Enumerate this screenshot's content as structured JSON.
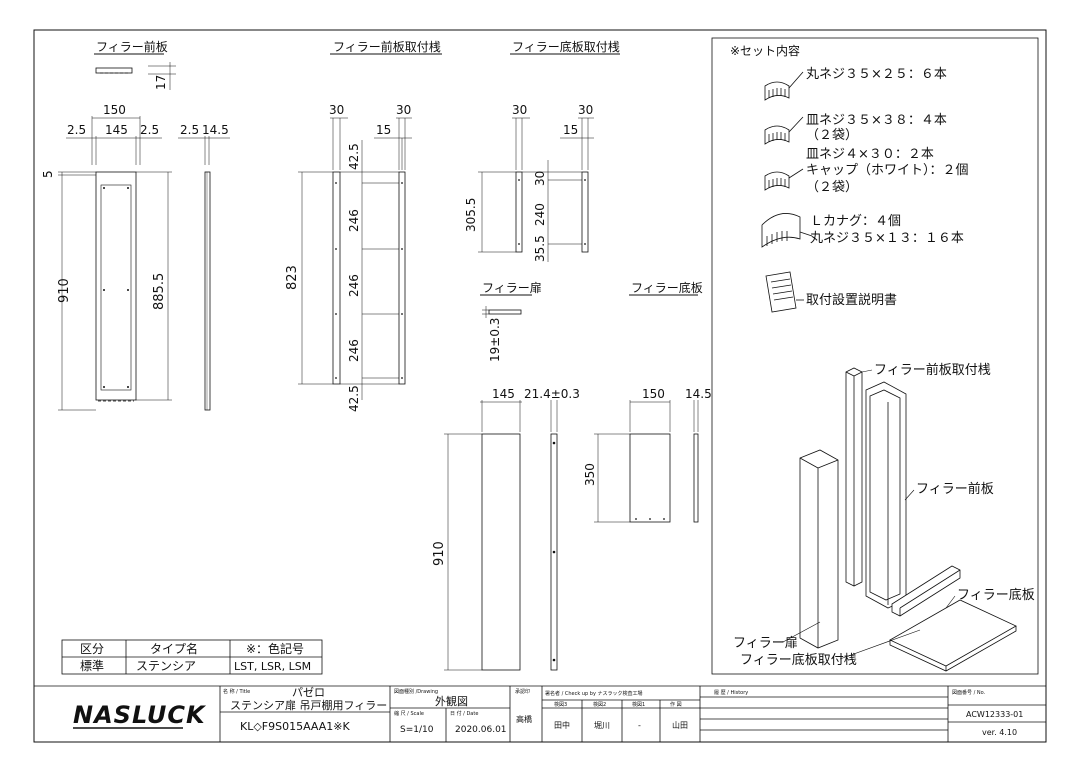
{
  "titles": {
    "filler_front": "フィラー前板",
    "filler_front_bracket": "フィラー前板取付桟",
    "filler_bottom_bracket": "フィラー底板取付桟",
    "filler_door": "フィラー扉",
    "filler_bottom": "フィラー底板"
  },
  "dims": {
    "d17": "17",
    "d150": "150",
    "d2_5a": "2.5",
    "d145": "145",
    "d2_5b": "2.5",
    "d2_5c": "2.5",
    "d14_5a": "14.5",
    "d5": "5",
    "d910a": "910",
    "d885_5": "885.5",
    "d30a": "30",
    "d30b": "30",
    "d15a": "15",
    "d42_5a": "42.5",
    "d246a": "246",
    "d246b": "246",
    "d246c": "246",
    "d42_5b": "42.5",
    "d823": "823",
    "d30c": "30",
    "d30d": "30",
    "d15b": "15",
    "d305_5": "305.5",
    "d30e": "30",
    "d240": "240",
    "d35_5": "35.5",
    "d19": "19±0.3",
    "d145b": "145",
    "d21_4": "21.4±0.3",
    "d150b": "150",
    "d14_5b": "14.5",
    "d350": "350",
    "d910b": "910"
  },
  "set_contents": {
    "heading": "※セット内容",
    "items": [
      "丸ネジ３５×２５：６本",
      "皿ネジ３５×３８：４本",
      "（２袋）",
      "皿ネジ４×３０：２本",
      "キャップ（ホワイト）：２個",
      "（２袋）",
      "Ｌカナグ：４個",
      "丸ネジ３５×１３：１６本",
      "取付設置説明書"
    ]
  },
  "iso_labels": {
    "front_bracket": "フィラー前板取付桟",
    "front": "フィラー前板",
    "bottom": "フィラー底板",
    "door": "フィラー扉",
    "bottom_bracket": "フィラー底板取付桟"
  },
  "type_table": {
    "headers": [
      "区分",
      "タイプ名",
      "※：色記号"
    ],
    "row": [
      "標準",
      "ステンシア",
      "LST, LSR, LSM"
    ]
  },
  "title_block": {
    "logo": "NASLUCK",
    "name_label": "名 称 / Title",
    "name_value": "パゼロ",
    "subtitle": "ステンシア扉 吊戸棚用フィラー",
    "model": "KL◇F9S015AAA1※K",
    "drawing_label": "図面種別 /Drawing",
    "drawing_value": "外観図",
    "scale_label": "縮 尺 / Scale",
    "scale_value": "S=1/10",
    "date_label": "日 付 / Date",
    "date_value": "2020.06.01",
    "approve_label": "承認印",
    "approve_value": "高橋",
    "check_label": "署名者 / Check up by ナスラック検査工場",
    "check_headers": [
      "検図3",
      "検図2",
      "検図1",
      "作 図"
    ],
    "check_values": [
      "田中",
      "堀川",
      "-",
      "山田"
    ],
    "history_label": "履 歴 / History",
    "no_label": "図面番号 / No.",
    "no_value": "ACW12333-01",
    "version": "ver. 4.10"
  }
}
